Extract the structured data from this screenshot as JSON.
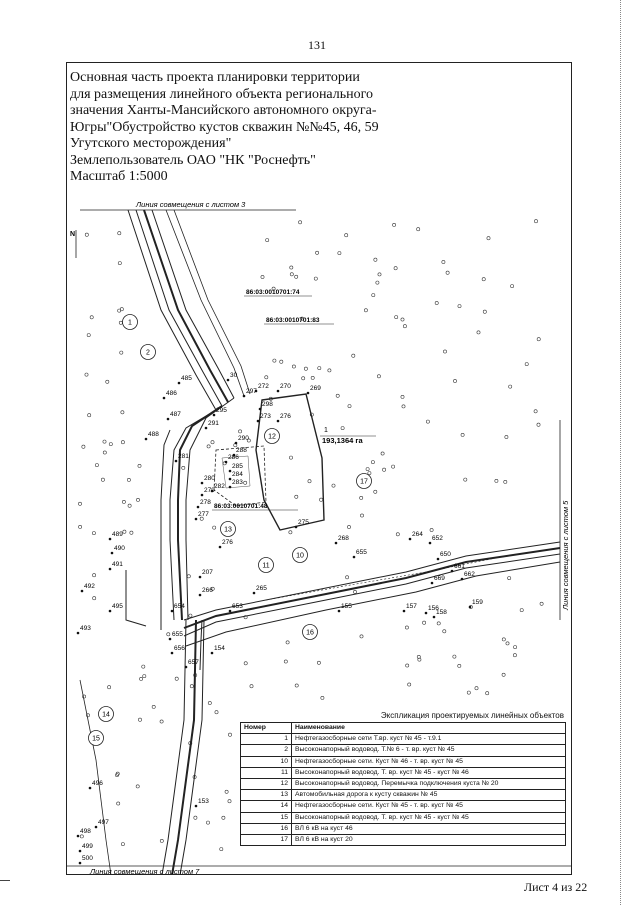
{
  "page_number": "131",
  "title_lines": [
    "Основная часть проекта планировки территории",
    "для размещения линейного объекта регионального",
    "значения Ханты-Мансийского автономного округа-",
    "Югры\"Обустройство кустов скважин №№45, 46, 59",
    "Угутского месторождения\"",
    "Землепользователь ОАО \"НК \"Роснефть\"",
    "Масштаб 1:5000"
  ],
  "map": {
    "north_label": "N",
    "match_top": "Линия совмещения с листом 3",
    "match_right": "Линия совмещения с листом 5",
    "match_bottom": "Линия совмещения с листом 7",
    "cadastre_1": "86:03:0010701:74",
    "cadastre_2": "86:03:0010701:83",
    "cadastre_3": "86:03:0010701:48",
    "parcel_number": "1",
    "parcel_area": "193,1364 га",
    "circle_labels": [
      "1",
      "2",
      "12",
      "17",
      "13",
      "10",
      "11",
      "16",
      "14",
      "15"
    ],
    "point_labels": [
      "485",
      "486",
      "487",
      "488",
      "30",
      "297",
      "272",
      "270",
      "269",
      "295",
      "298",
      "273",
      "276",
      "291",
      "290",
      "288",
      "286",
      "285",
      "284",
      "283",
      "281",
      "280",
      "282",
      "279",
      "278",
      "277",
      "275",
      "268",
      "489",
      "490",
      "276",
      "491",
      "492",
      "495",
      "493",
      "207",
      "266",
      "265",
      "654",
      "653",
      "655",
      "264",
      "652",
      "650",
      "661",
      "669",
      "662",
      "155",
      "157",
      "156",
      "158",
      "159",
      "655",
      "656",
      "657",
      "154",
      "496",
      "153",
      "497",
      "498",
      "499",
      "500"
    ]
  },
  "legend": {
    "title": "Экспликация проектируемых линейных объектов",
    "col_number": "Номер",
    "col_name": "Наименование",
    "rows": [
      {
        "n": "1",
        "name": "Нефтегазосборные сети Т.вр. куст № 45 - т.9.1"
      },
      {
        "n": "2",
        "name": "Высоконапорный водовод. Т.№ 6 - т. вр. куст № 45"
      },
      {
        "n": "10",
        "name": "Нефтегазосборные сети. Куст № 46 - т. вр. куст № 45"
      },
      {
        "n": "11",
        "name": "Высоконапорный водовод. Т. вр. куст № 45 - куст № 46"
      },
      {
        "n": "12",
        "name": "Высоконапорный водовод. Перемычка подключения куста № 20"
      },
      {
        "n": "13",
        "name": "Автомобильная дорога к кусту скважин № 45"
      },
      {
        "n": "14",
        "name": "Нефтегазосборные сети. Куст № 45 - т. вр. куст № 45"
      },
      {
        "n": "15",
        "name": "Высоконапорный водовод. Т. вр. куст № 45 - куст № 45"
      },
      {
        "n": "16",
        "name": "ВЛ 6 кВ на куст 46"
      },
      {
        "n": "17",
        "name": "ВЛ 6 кВ на куст 20"
      }
    ]
  },
  "sheet_label": "Лист 4 из 22"
}
